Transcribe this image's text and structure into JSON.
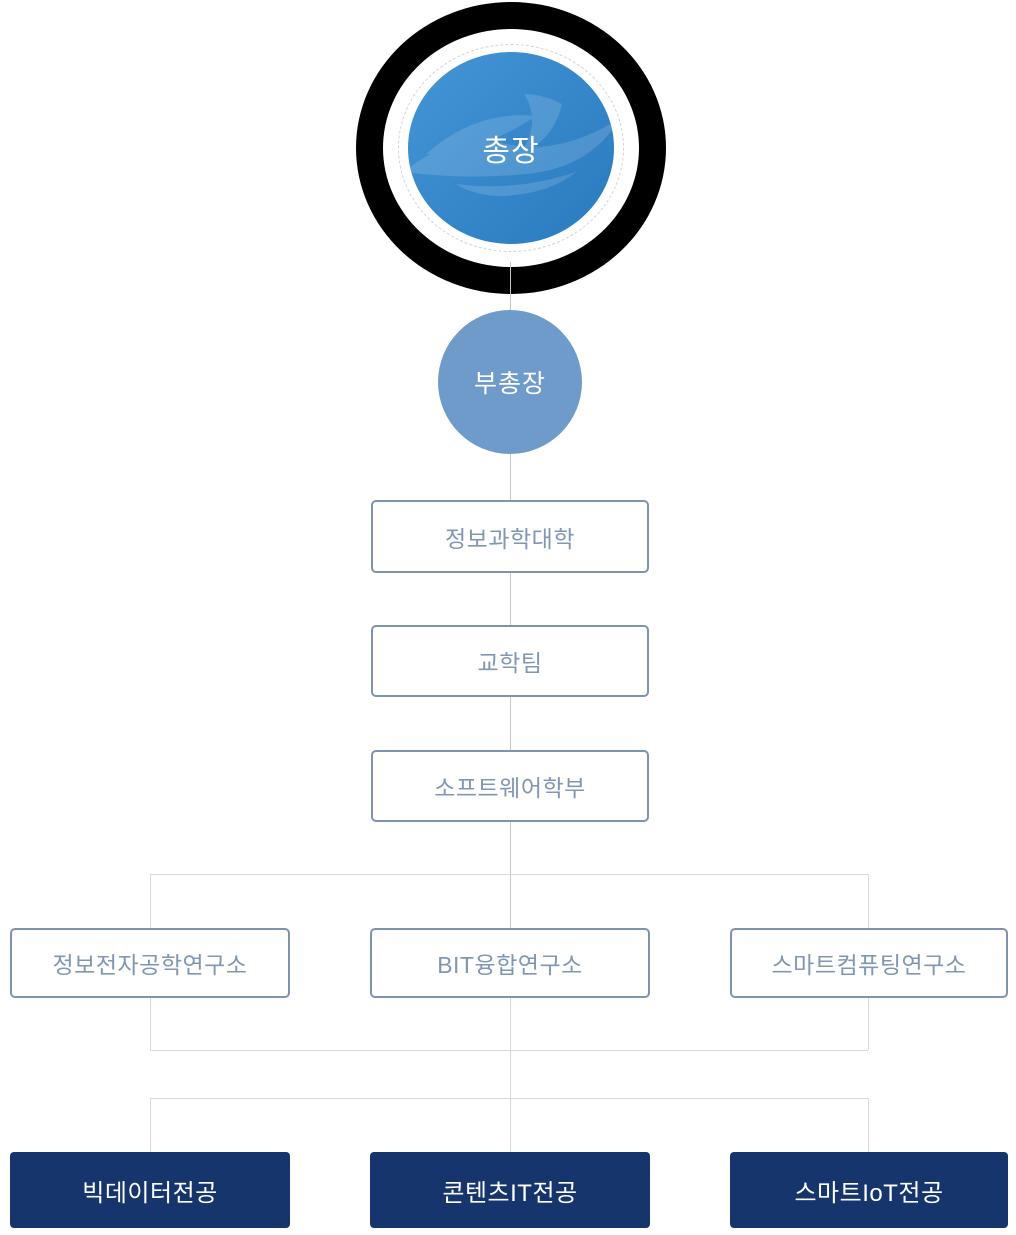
{
  "org": {
    "president": "총장",
    "vice_president": "부총장",
    "college": "정보과학대학",
    "team": "교학팀",
    "division": "소프트웨어학부",
    "institutes": [
      {
        "label": "정보전자공학연구소"
      },
      {
        "label": "BIT융합연구소"
      },
      {
        "label": "스마트컴퓨팅연구소"
      }
    ],
    "majors": [
      {
        "label": "빅데이터전공"
      },
      {
        "label": "콘텐츠IT전공"
      },
      {
        "label": "스마트IoT전공"
      }
    ]
  },
  "icons": {
    "wave_watermark": "university-wave-logo"
  },
  "colors": {
    "president_ring": "#000000",
    "president_gradient_start": "#4496d7",
    "president_gradient_end": "#2979be",
    "president_dashed_ring": "#d2d2d2",
    "vice_president_fill": "#6f9bcb",
    "outline_box_border": "#8093ad",
    "outline_box_text": "#8096b2",
    "major_box_fill": "#16356d",
    "major_box_text": "#ffffff",
    "connector_line": "#c6c6c6",
    "bracket_line": "#d9d9d9"
  }
}
